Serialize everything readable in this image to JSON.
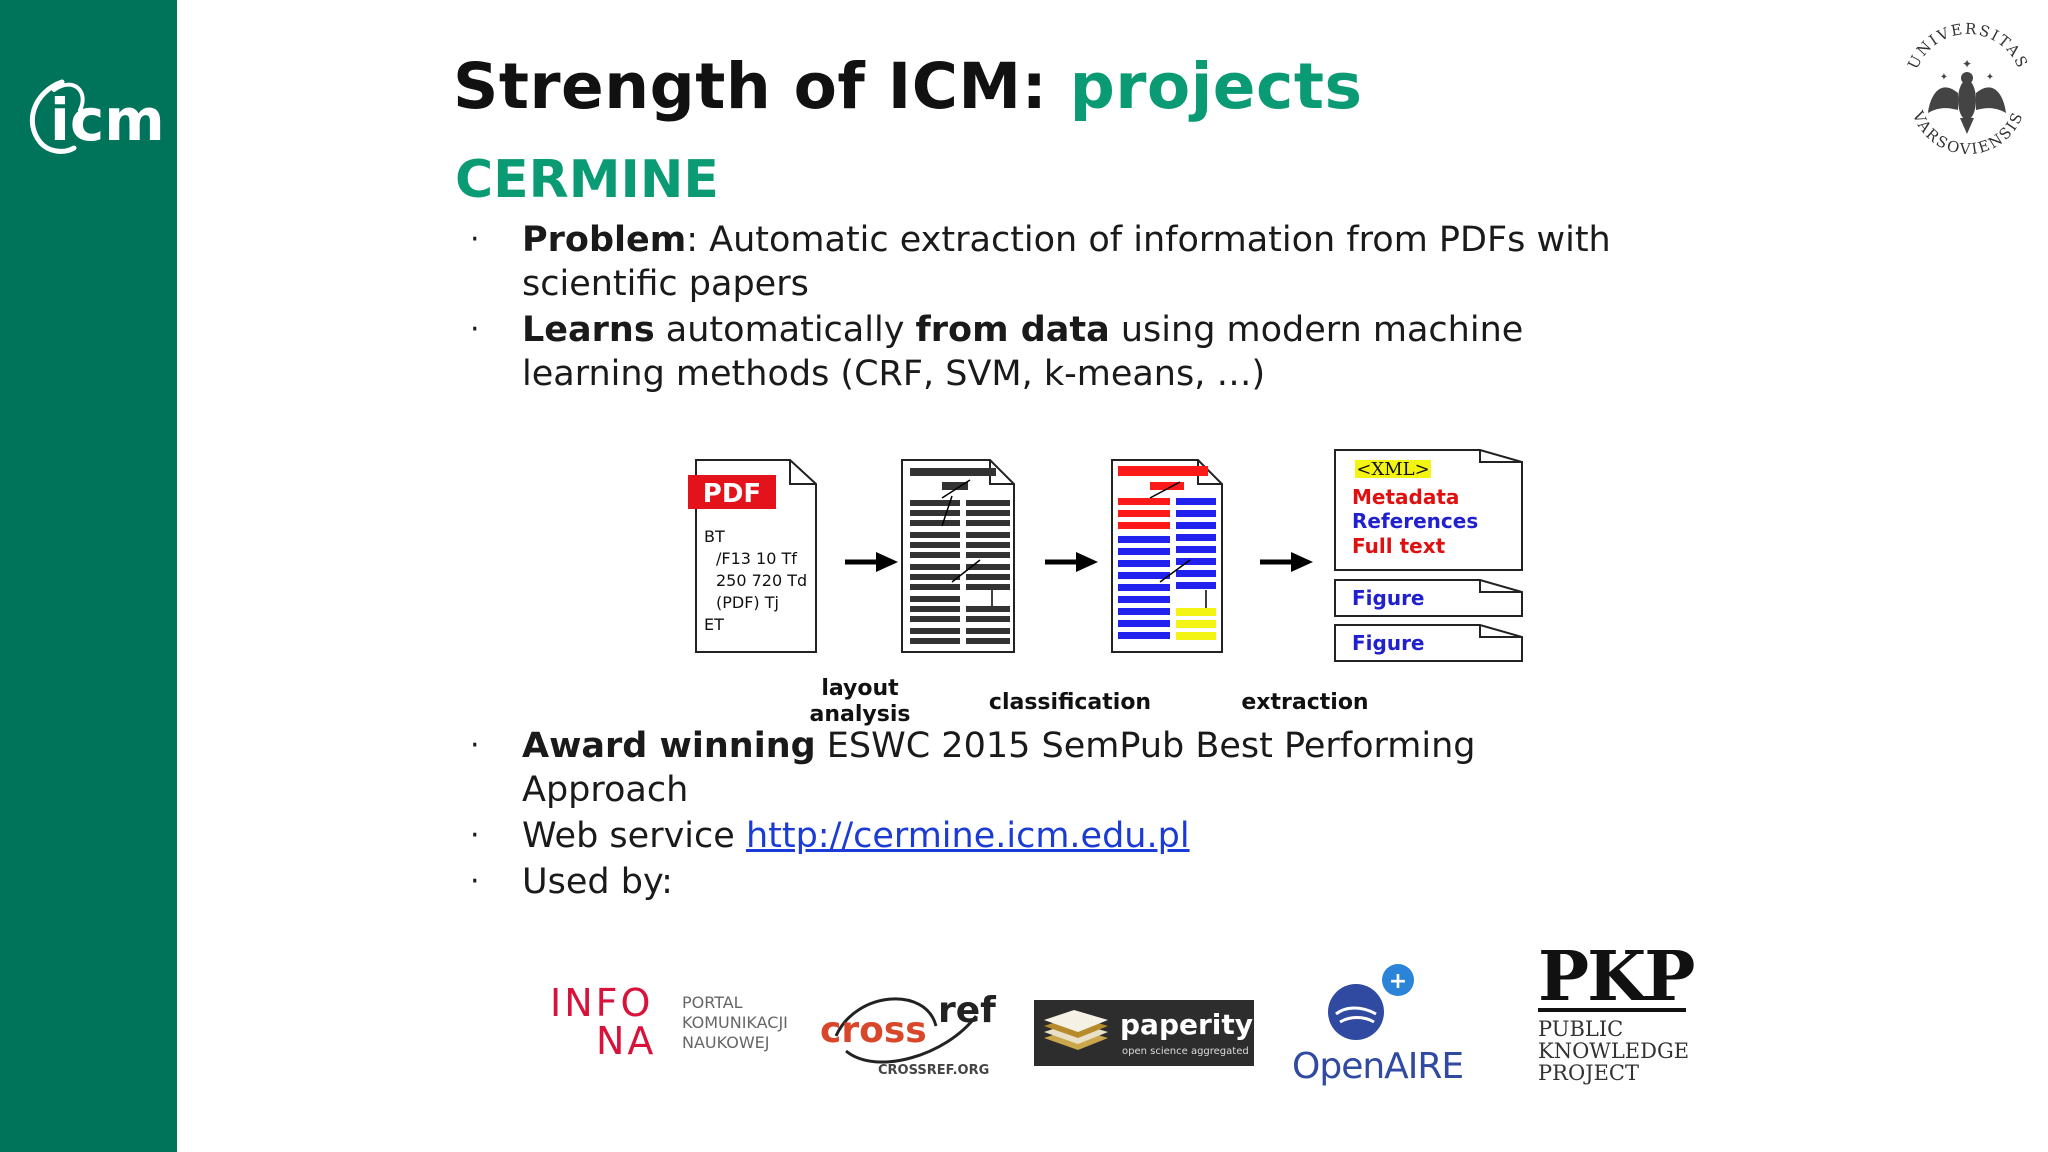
{
  "slide": {
    "title_main": "Strength of ICM:",
    "title_accent": "projects",
    "subtitle": "CERMINE",
    "top_bullets": [
      {
        "bold": "Problem",
        "rest": ": Automatic extraction of information from PDFs with scientific papers"
      },
      {
        "bold": "Learns",
        "mid": " automatically ",
        "bold2": "from data",
        "rest": " using modern machine learning methods (CRF, SVM, k-means, …)"
      }
    ],
    "bottom_bullets": {
      "award_bold": "Award winning",
      "award_rest": " ESWC 2015 SemPub Best Performing Approach",
      "web_label": "Web service ",
      "web_link": "http://cermine.icm.edu.pl",
      "used_by": "Used by:"
    }
  },
  "brand": {
    "icm_text": "icm",
    "seal_top": "UNIVERSITAS",
    "seal_bottom": "VARSOVIENSIS",
    "sidebar_color": "#00745a",
    "accent_color": "#0b9b74"
  },
  "diagram": {
    "pdf_badge": "PDF",
    "pdf_code": [
      "BT",
      "/F13 10 Tf",
      "250 720 Td",
      "(PDF) Tj",
      "ET"
    ],
    "xml_tag": "<XML>",
    "xml_lines": [
      "Metadata",
      "References",
      "Full text"
    ],
    "figure_label": "Figure",
    "stages": [
      "layout analysis",
      "classification",
      "extraction"
    ]
  },
  "logos": {
    "infona": {
      "mark_top": "INFO",
      "mark_bottom": "NA",
      "lines": [
        "PORTAL",
        "KOMUNIKACJI",
        "NAUKOWEJ"
      ]
    },
    "crossref": {
      "cross": "cross",
      "ref": "ref",
      "url": "CROSSREF.ORG"
    },
    "paperity": {
      "name": "paperity",
      "tagline": "open science aggregated"
    },
    "openaire": {
      "name": "OpenAIRE",
      "plus": "+"
    },
    "pkp": {
      "mark": "PKP",
      "lines": [
        "PUBLIC",
        "KNOWLEDGE",
        "PROJECT"
      ]
    }
  }
}
